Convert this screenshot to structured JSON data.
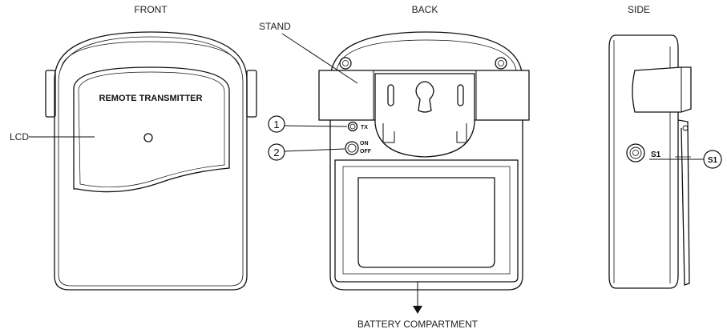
{
  "views": {
    "front": "FRONT",
    "back": "BACK",
    "side": "SIDE"
  },
  "front": {
    "screen_text": "REMOTE TRANSMITTER",
    "lcd_label": "LCD"
  },
  "back": {
    "stand_label": "STAND",
    "callout_1": "1",
    "callout_2": "2",
    "tx_label": "TX",
    "on_label": "ON",
    "off_label": "OFF",
    "battery_label": "BATTERY COMPARTMENT"
  },
  "side": {
    "s1_label": "S1",
    "s1_callout": "S1"
  }
}
